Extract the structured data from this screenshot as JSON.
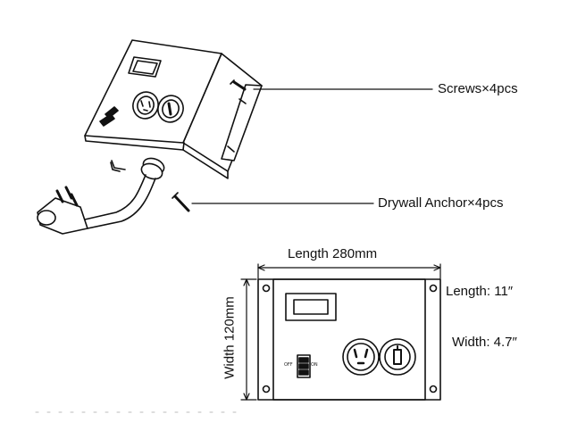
{
  "callouts": {
    "screws": "Screws×4pcs",
    "anchor": "Drywall Anchor×4pcs"
  },
  "dimensions": {
    "length_mm": "Length  280mm",
    "width_mm": "Width  120mm",
    "length_in": "Length: 11″",
    "width_in": "Width: 4.7″"
  },
  "switch_labels": {
    "off": "OFF",
    "on": "ON"
  },
  "colors": {
    "line": "#111111",
    "background": "#ffffff"
  }
}
